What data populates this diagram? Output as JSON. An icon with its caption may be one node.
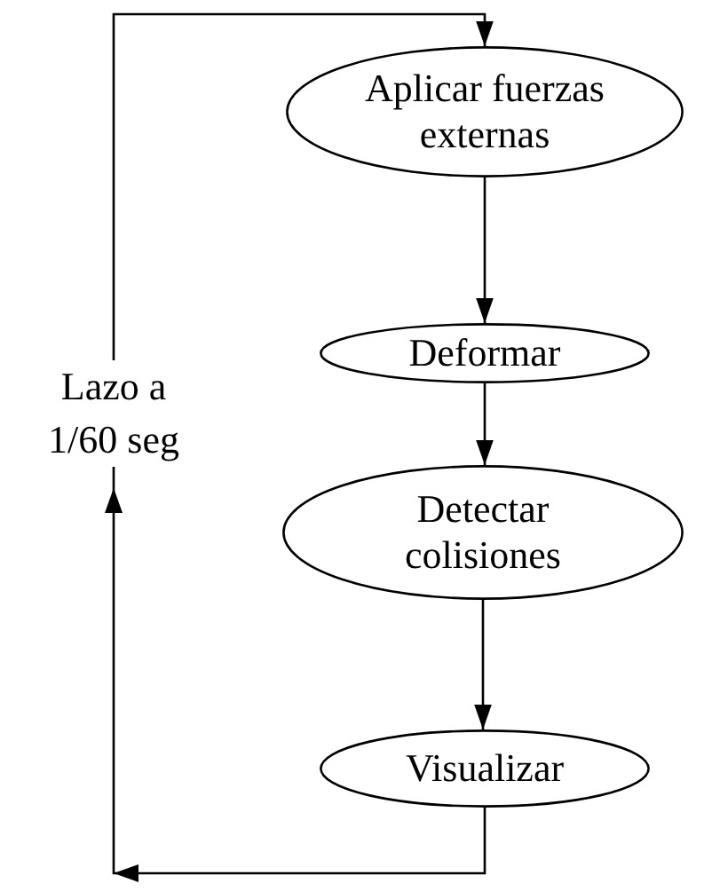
{
  "diagram": {
    "nodes": [
      {
        "text": [
          "Aplicar fuerzas externas"
        ]
      },
      {
        "text": [
          "Deformar"
        ]
      },
      {
        "text": [
          "Detectar colisiones"
        ]
      },
      {
        "text": [
          "Visualizar"
        ]
      }
    ],
    "edges": [
      {
        "from": 0,
        "to": 1,
        "arrow": "to"
      },
      {
        "from": 1,
        "to": 2,
        "arrow": "to"
      },
      {
        "from": 2,
        "to": 3,
        "arrow": "to"
      },
      {
        "from": 3,
        "to": 0,
        "arrow": "to",
        "label": "Lazo a 1/60 seg"
      }
    ]
  }
}
